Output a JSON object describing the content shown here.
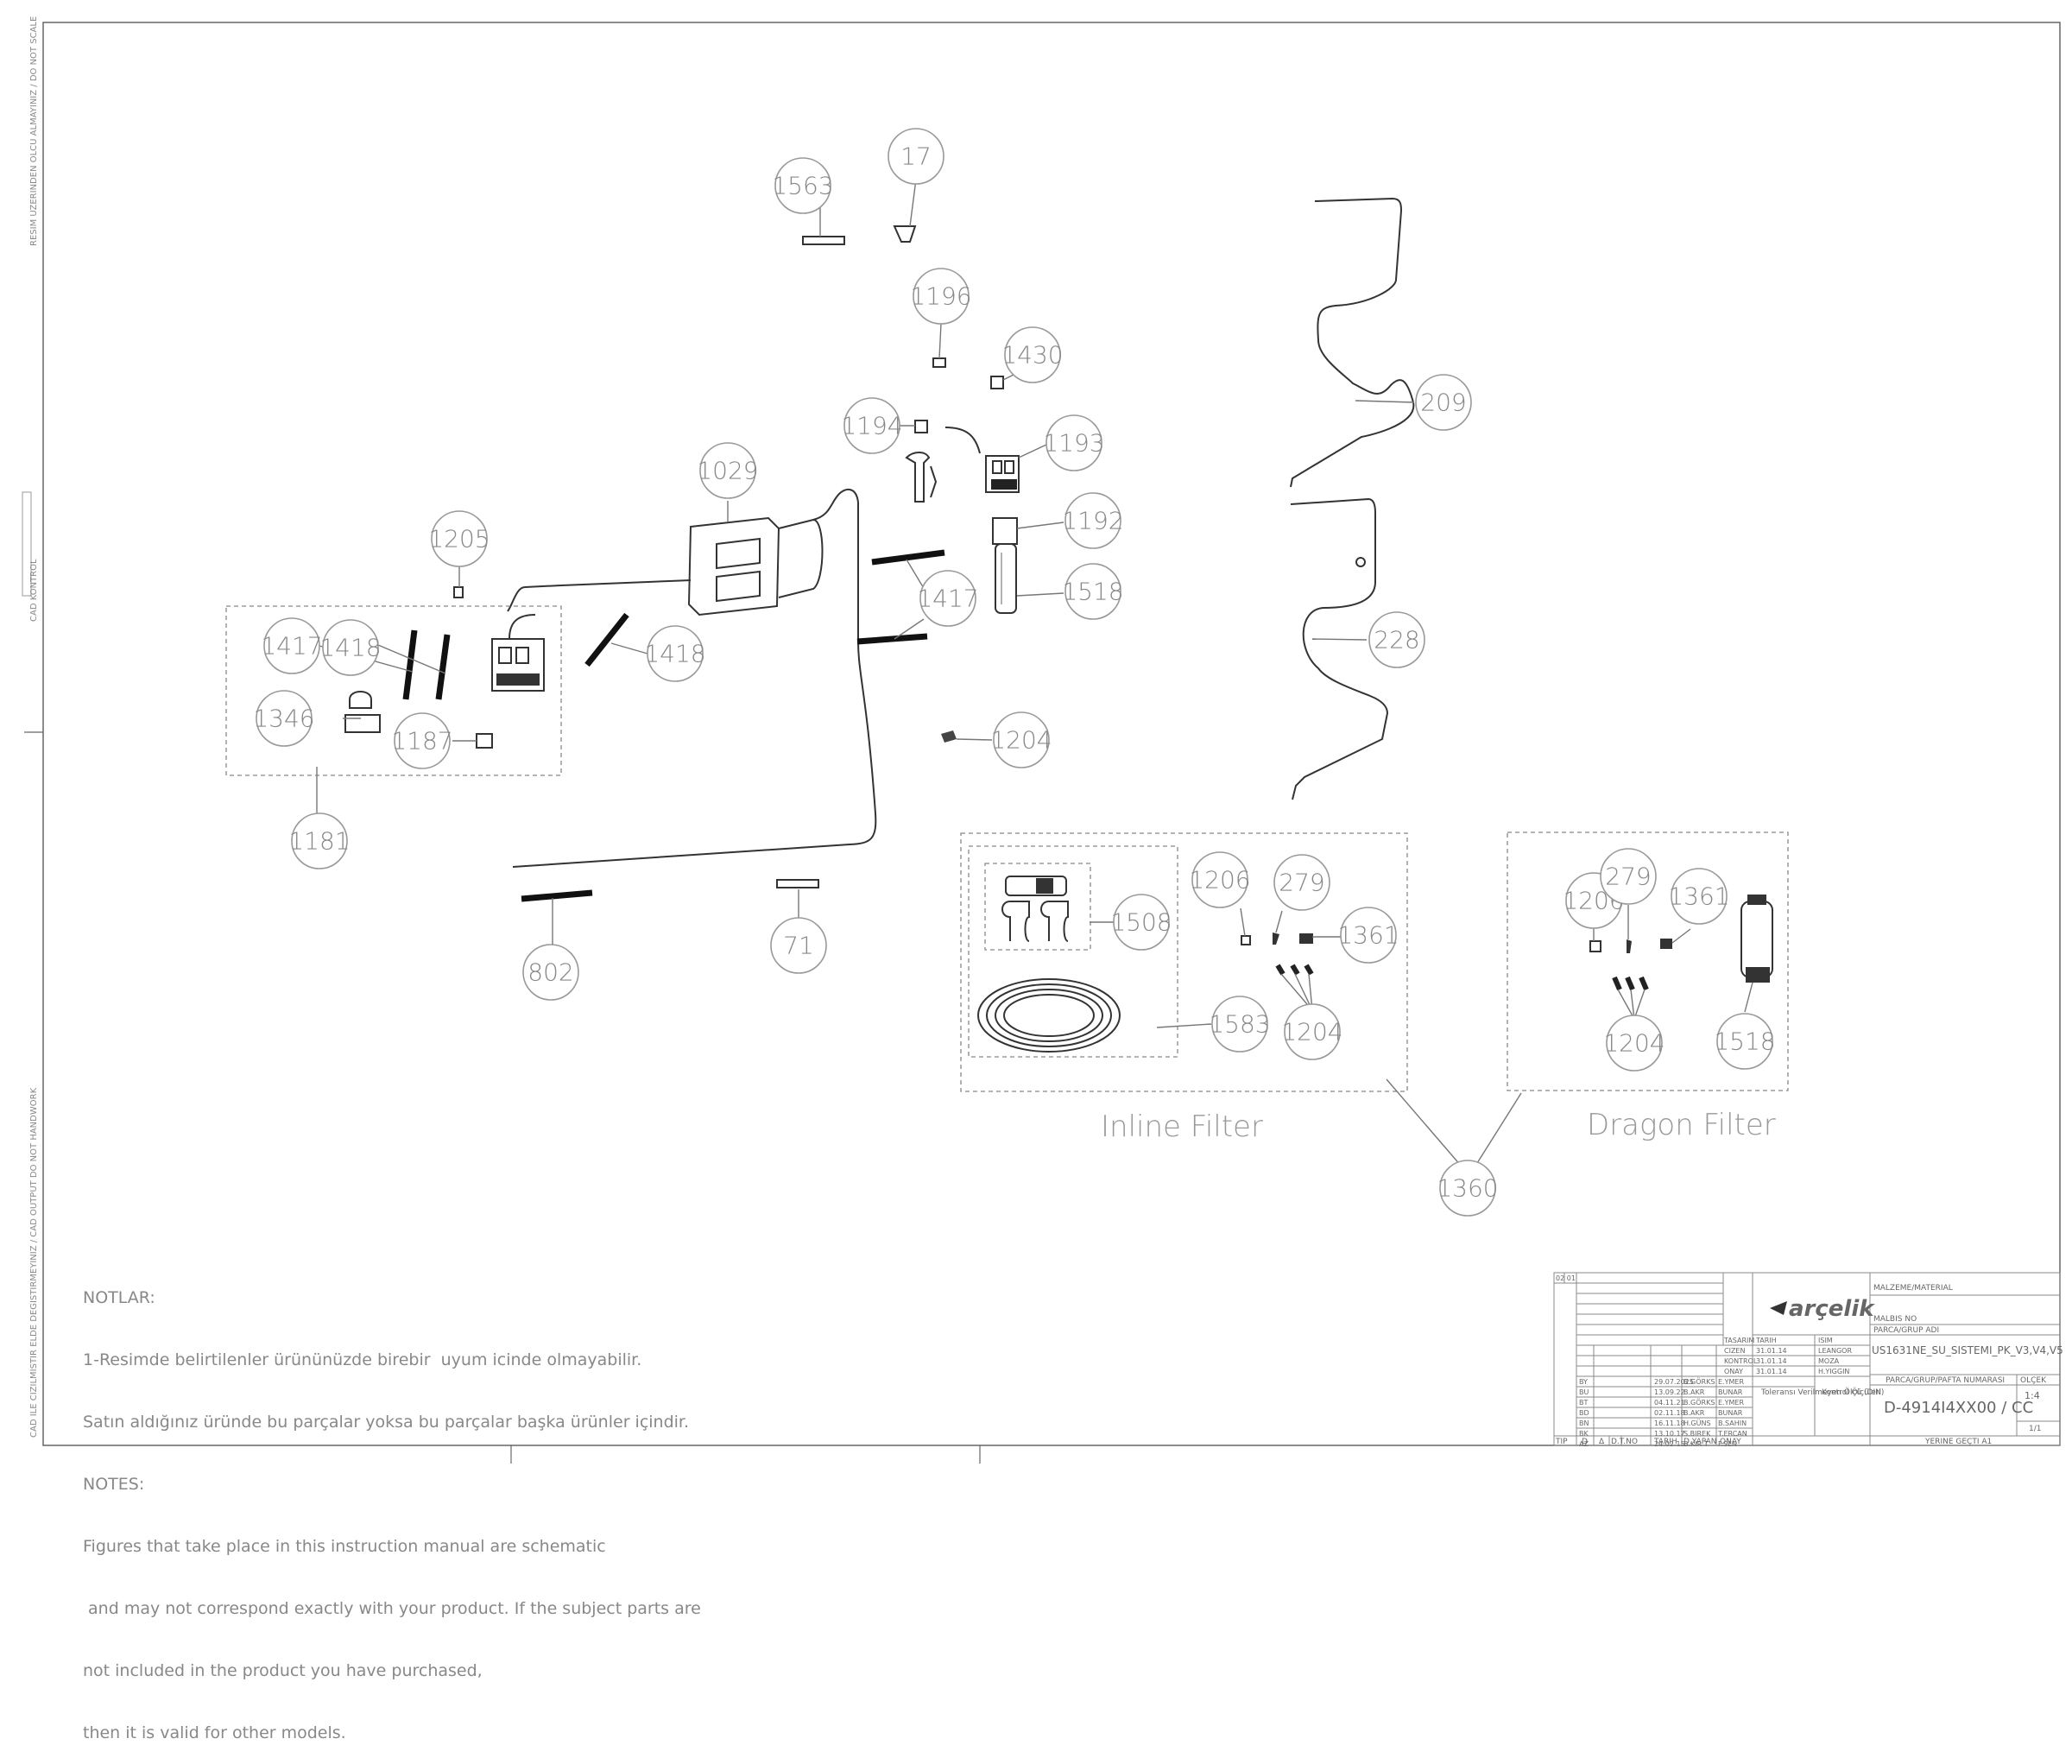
{
  "side_texts": {
    "top": "RESIM UZERINDEN OLCU ALMAYINIZ / DO NOT SCALE",
    "middle": "CAD KONTROL",
    "bottom": "CAD ILE CIZILMISTIR ELDE DEGISTIRMEYINIZ / CAD OUTPUT DO NOT HANDWORK"
  },
  "callouts": {
    "c1563": "1563",
    "c17": "17",
    "c1196": "1196",
    "c1430": "1430",
    "c1194": "1194",
    "c1193": "1193",
    "c1192": "1192",
    "c1518a": "1518",
    "c1029": "1029",
    "c1205": "1205",
    "c1417a": "1417",
    "c1418a": "1418",
    "c1418b": "1418",
    "c1417b": "1417",
    "c1346": "1346",
    "c1187": "1187",
    "c1181": "1181",
    "c1204a": "1204",
    "c209": "209",
    "c228": "228",
    "c802": "802",
    "c71": "71",
    "c1508": "1508",
    "c1583": "1583",
    "c1206a": "1206",
    "c279a": "279",
    "c1361a": "1361",
    "c1204b": "1204",
    "c1206b": "1206",
    "c279b": "279",
    "c1361b": "1361",
    "c1204c": "1204",
    "c1518b": "1518",
    "c1360": "1360"
  },
  "section_titles": {
    "inline": "Inline Filter",
    "dragon": "Dragon Filter"
  },
  "notes": {
    "heading_tr": "NOTLAR:",
    "line_tr_1": "1-Resimde belirtilenler ürününüzde birebir  uyum icinde olmayabilir.",
    "line_tr_2": "Satın aldığınız üründe bu parçalar yoksa bu parçalar başka ürünler içindir.",
    "heading_en": "NOTES:",
    "line_en_1": "Figures that take place in this instruction manual are schematic",
    "line_en_2": " and may not correspond exactly with your product. If the subject parts are",
    "line_en_3": "not included in the product you have purchased,",
    "line_en_4": "then it is valid for other models."
  },
  "title_block": {
    "brand": "arçelik",
    "material_label": "MALZEME/MATERIAL",
    "malbis_label": "MALBIS NO",
    "part_group_label": "PARCA/GRUP ADI",
    "part_group_name": "US1631NE_SU_SISTEMI_PK_V3,V4,V5",
    "part_number_label": "PARCA/GRUP/PAFTA NUMARASI",
    "scale_label": "OLÇEK",
    "scale_value": "1:4",
    "part_number": "D-4914I4XX00 / CC",
    "sheet": "1/1",
    "replaces": "YERINE GEÇTI   A1",
    "col_tarih": "TARIH",
    "col_isim": "ISIM",
    "row_tasarim": "TASARIM",
    "row_cizen": "CIZEN",
    "row_kontrol": "KONTROL",
    "row_onay": "ONAY",
    "val_cizen_date": "31.01.14",
    "val_cizen_name": "LEANGOR",
    "val_kontrol_date": "31.01.14",
    "val_kontrol_name": "MOZA",
    "val_onay_date": "31.01.14",
    "val_onay_name": "H.YIGGIN",
    "tolerance": "Toleransı\nVerilmeyen\nÖlçü (DIN)",
    "control": "Kontrol\nÖlçüleri",
    "footer_tip": "TIP",
    "footer_d": "D",
    "footer_ds": "Δ",
    "footer_dtno": "D.T.NO",
    "footer_tarih": "TARIH",
    "footer_yapan": "D.YAPAN",
    "footer_onay": "ONAY",
    "rev_marks": "02 01",
    "revisions": [
      {
        "code": "BY",
        "date": "29.07.2025",
        "by": "B.GÖRKS",
        "who": "E.YMER"
      },
      {
        "code": "BU",
        "date": "13.09.22",
        "by": "B.AKR",
        "who": "BUNAR"
      },
      {
        "code": "BT",
        "date": "04.11.21",
        "by": "B.GÖRKS",
        "who": "E.YMER"
      },
      {
        "code": "BD",
        "date": "02.11.18",
        "by": "B.AKR",
        "who": "BUNAR"
      },
      {
        "code": "BN",
        "date": "16.11.18",
        "by": "H.GÜNS",
        "who": "B.SAHIN"
      },
      {
        "code": "BK",
        "date": "13.10.17",
        "by": "S.BIREK",
        "who": "T.ERCAN"
      },
      {
        "code": "AZ",
        "date": "24.02.15",
        "by": "B.KIR T",
        "who": "F.SEN"
      }
    ]
  }
}
